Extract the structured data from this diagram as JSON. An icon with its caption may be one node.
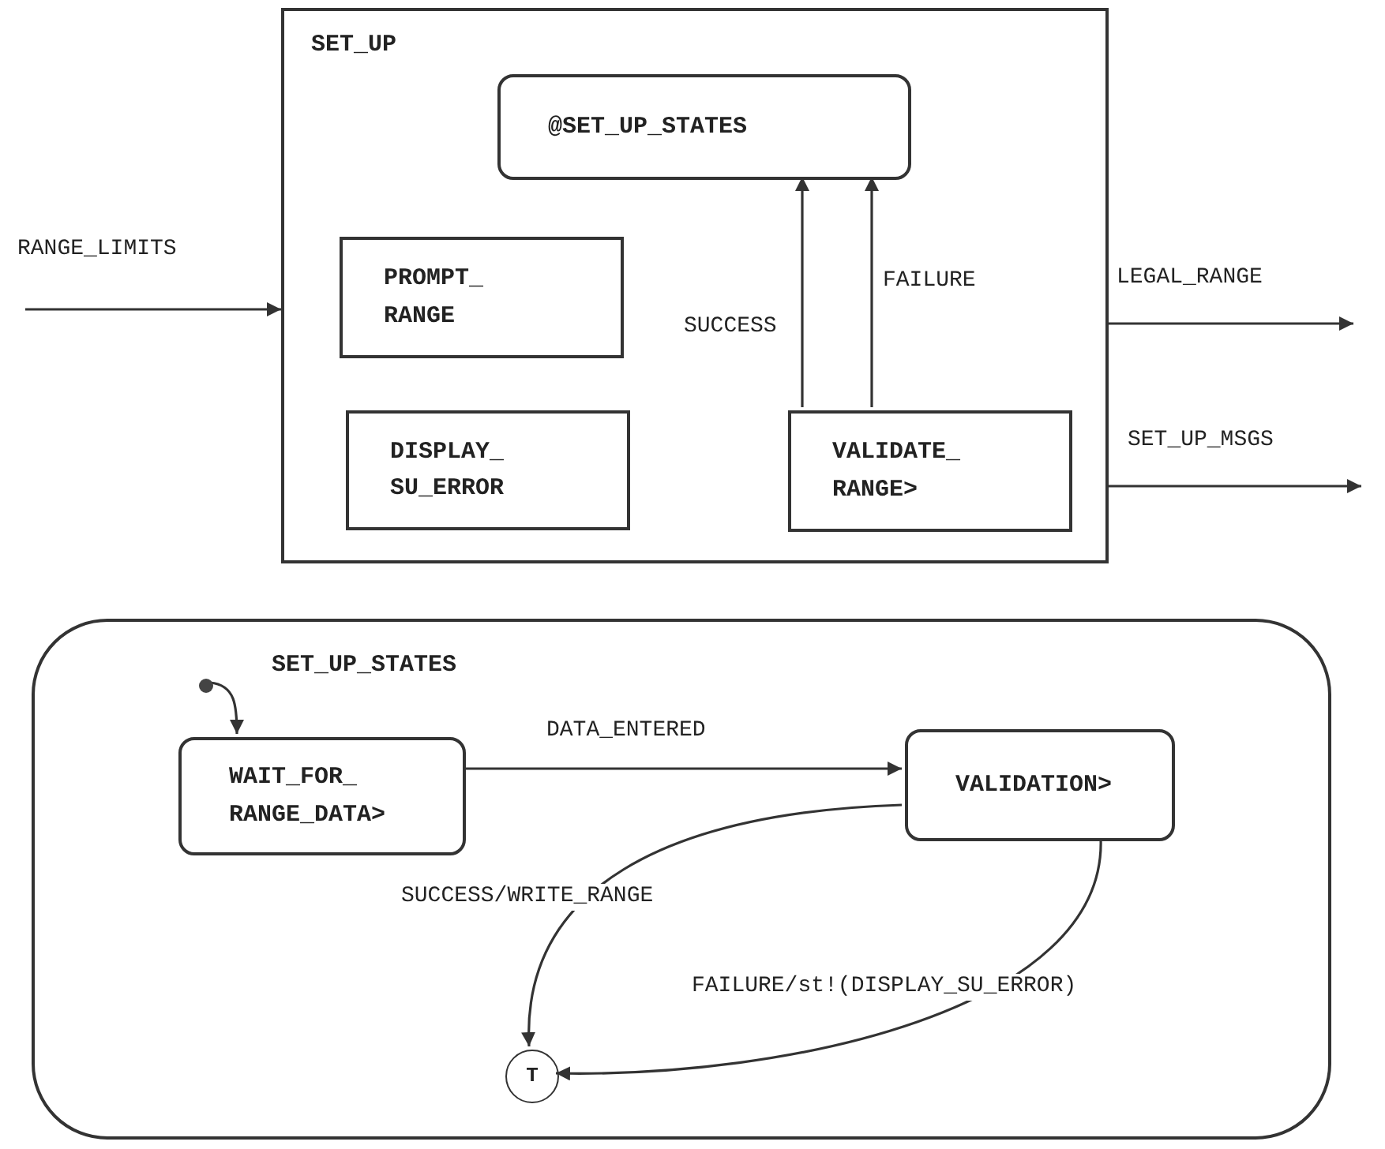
{
  "diagram": {
    "nodes": [
      {
        "text": [
          "SET_UP"
        ]
      },
      {
        "text": [
          "@SET_UP_STATES"
        ],
        "in": 0
      },
      {
        "text": [
          "PROMPT_ RANGE"
        ],
        "in": 0
      },
      {
        "text": [
          "DISPLAY_ SU_ERROR"
        ],
        "in": 0
      },
      {
        "text": [
          "VALIDATE_ RANGE>"
        ],
        "in": 0
      },
      {
        "text": [
          "SET_UP_STATES"
        ]
      },
      {
        "text": [],
        "shape": "circle",
        "in": 5
      },
      {
        "text": [
          "WAIT_FOR_ RANGE_DATA>"
        ],
        "in": 5
      },
      {
        "text": [
          "VALIDATION>"
        ],
        "in": 5
      },
      {
        "text": [
          "T"
        ],
        "in": 5
      }
    ],
    "edges": [
      {
        "from": null,
        "to": 0,
        "arrow": "to",
        "label": "RANGE_LIMITS"
      },
      {
        "from": 0,
        "to": null,
        "arrow": "to",
        "label": "LEGAL_RANGE"
      },
      {
        "from": 0,
        "to": null,
        "arrow": "to",
        "label": "SET_UP_MSGS"
      },
      {
        "from": 4,
        "to": 1,
        "arrow": "to",
        "label": "SUCCESS"
      },
      {
        "from": 4,
        "to": 1,
        "arrow": "to",
        "label": "FAILURE"
      },
      {
        "from": 6,
        "to": 7,
        "arrow": "to"
      },
      {
        "from": 7,
        "to": 8,
        "arrow": "to",
        "label": "DATA_ENTERED"
      },
      {
        "from": 8,
        "to": 9,
        "arrow": "to",
        "label": "SUCCESS/WRITE_RANGE"
      },
      {
        "from": 8,
        "to": 9,
        "arrow": "to",
        "label": "FAILURE/st!(DISPLAY_SU_ERROR)"
      }
    ]
  }
}
